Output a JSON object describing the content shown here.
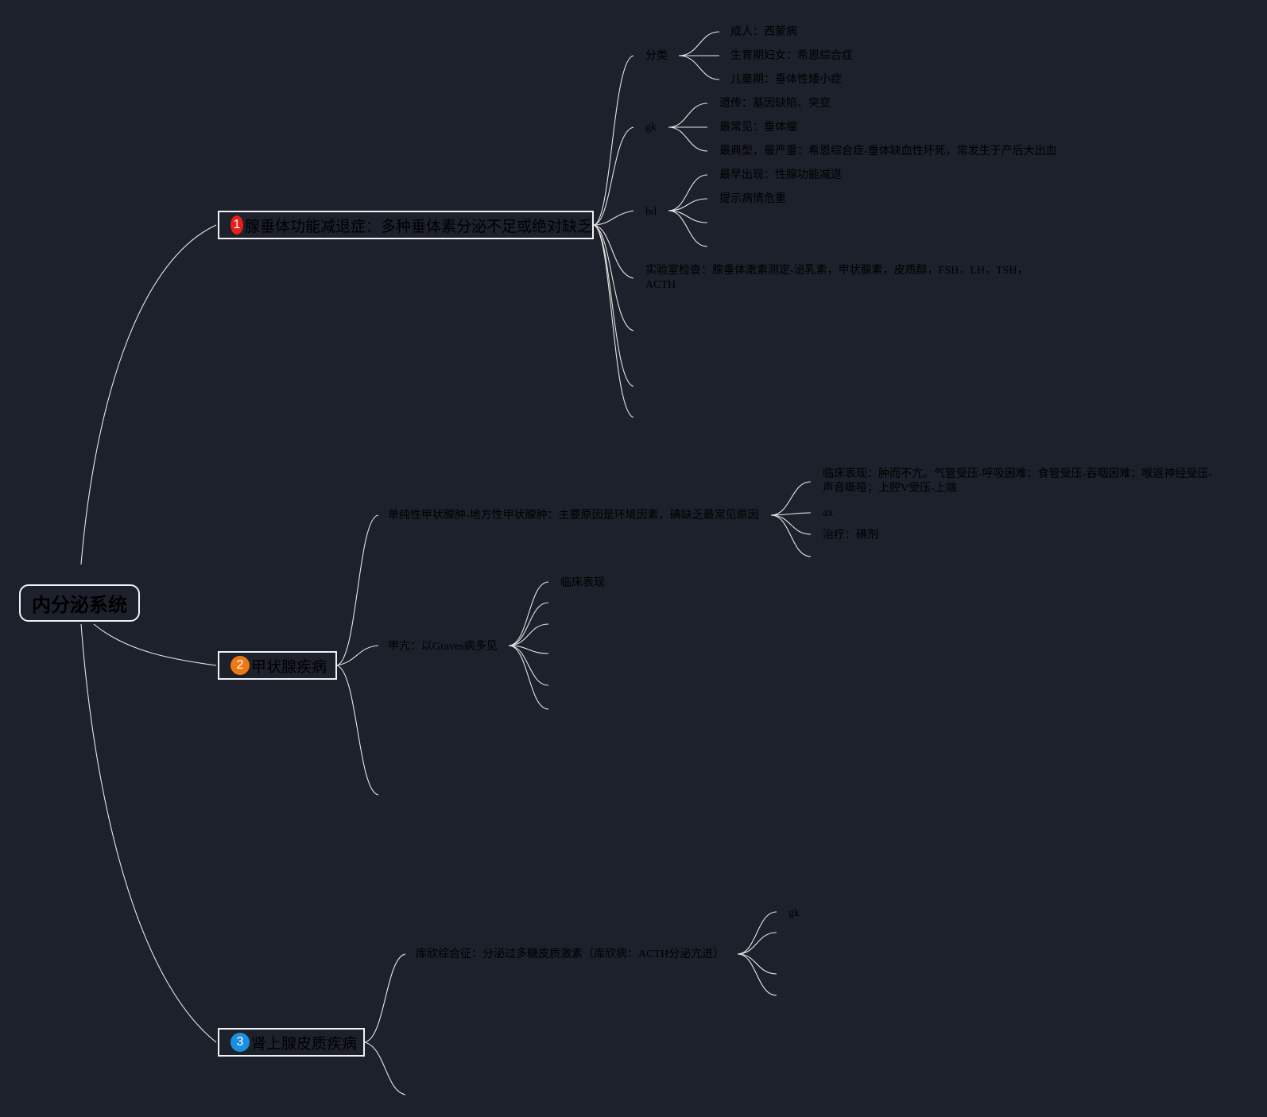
{
  "colors": {
    "background": "#1c212b",
    "line": "#e6e6e6",
    "badge1": "#e8201a",
    "badge2": "#f07812",
    "badge3": "#1b8fe0"
  },
  "root": {
    "label": "内分泌系统"
  },
  "branches": [
    {
      "badge": "1",
      "badge_color": "#e8201a",
      "label": "腺垂体功能减退症：多种垂体素分泌不足或绝对缺乏",
      "children": [
        {
          "label": "分类",
          "children": [
            "成人：西蒙病",
            "生育期妇女：希恩综合症",
            "儿童期：垂体性矮小症"
          ]
        },
        {
          "label": "gk",
          "children": [
            "遗传：基因缺陷、突变",
            "最常见：垂体瘤",
            "最典型，最严重：希恩综合症-垂体缺血性坏死，常发生于产后大出血"
          ]
        },
        {
          "label": "bd",
          "children": [
            "最早出现：性腺功能减退",
            "提示病情危重",
            "",
            ""
          ]
        },
        {
          "label": "实验室检查：腺垂体激素测定-泌乳素，甲状腺素，皮质醇，FSH，LH，TSH，ACTH"
        },
        {
          "label": ""
        },
        {
          "label": ""
        },
        {
          "label": ""
        }
      ]
    },
    {
      "badge": "2",
      "badge_color": "#f07812",
      "label": "甲状腺疾病",
      "children": [
        {
          "label": "单纯性甲状腺肿-地方性甲状腺肿：主要原因是环境因素，碘缺乏最常见原因",
          "children": [
            "临床表现：肿而不亢。气管受压-呼吸困难；食管受压-吞咽困难；喉返神经受压-声音嘶哑；上腔V受压-上端",
            "ax",
            "治疗：碘剂",
            ""
          ]
        },
        {
          "label": "甲亢：以Graves病多见",
          "children": [
            "临床表现",
            "",
            "",
            "",
            "",
            ""
          ]
        },
        {
          "label": ""
        }
      ]
    },
    {
      "badge": "3",
      "badge_color": "#1b8fe0",
      "label": "肾上腺皮质疾病",
      "children": [
        {
          "label": "库欣综合征：分泌过多糖皮质激素（库欣病：ACTH分泌亢进）",
          "children": [
            "gk",
            "",
            "",
            ""
          ]
        },
        {
          "label": ""
        }
      ]
    }
  ]
}
